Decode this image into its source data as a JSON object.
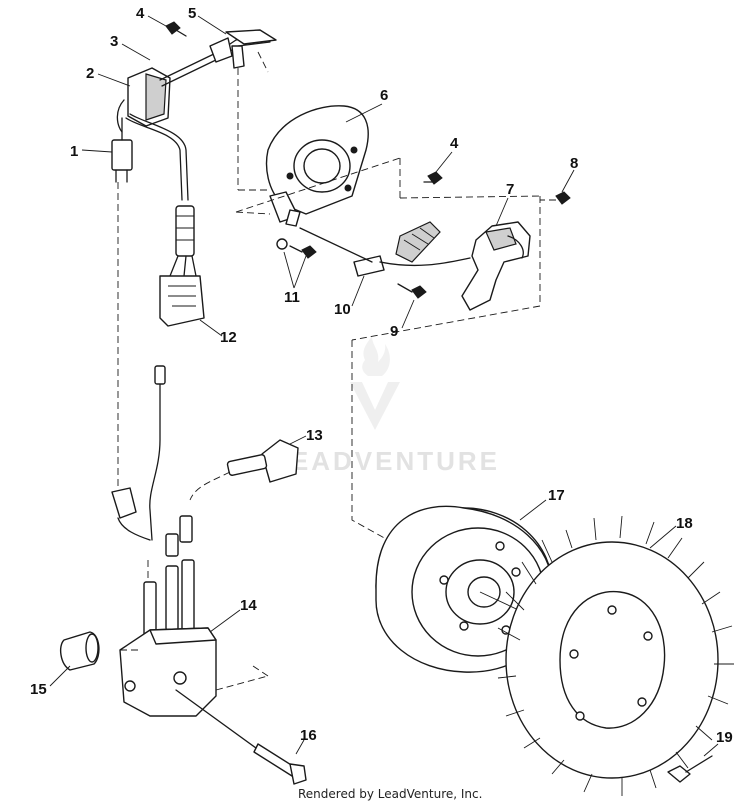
{
  "diagram": {
    "callouts": [
      {
        "id": "c1",
        "text": "1"
      },
      {
        "id": "c2",
        "text": "2"
      },
      {
        "id": "c3",
        "text": "3"
      },
      {
        "id": "c4a",
        "text": "4"
      },
      {
        "id": "c5",
        "text": "5"
      },
      {
        "id": "c6",
        "text": "6"
      },
      {
        "id": "c4b",
        "text": "4"
      },
      {
        "id": "c8",
        "text": "8"
      },
      {
        "id": "c7",
        "text": "7"
      },
      {
        "id": "c11",
        "text": "11"
      },
      {
        "id": "c10",
        "text": "10"
      },
      {
        "id": "c9",
        "text": "9"
      },
      {
        "id": "c12",
        "text": "12"
      },
      {
        "id": "c13",
        "text": "13"
      },
      {
        "id": "c17",
        "text": "17"
      },
      {
        "id": "c18",
        "text": "18"
      },
      {
        "id": "c14",
        "text": "14"
      },
      {
        "id": "c15",
        "text": "15"
      },
      {
        "id": "c16",
        "text": "16"
      },
      {
        "id": "c19",
        "text": "19"
      }
    ]
  },
  "watermark": {
    "text": "LEADVENTURE"
  },
  "credit": {
    "text": "Rendered by LeadVenture, Inc."
  }
}
